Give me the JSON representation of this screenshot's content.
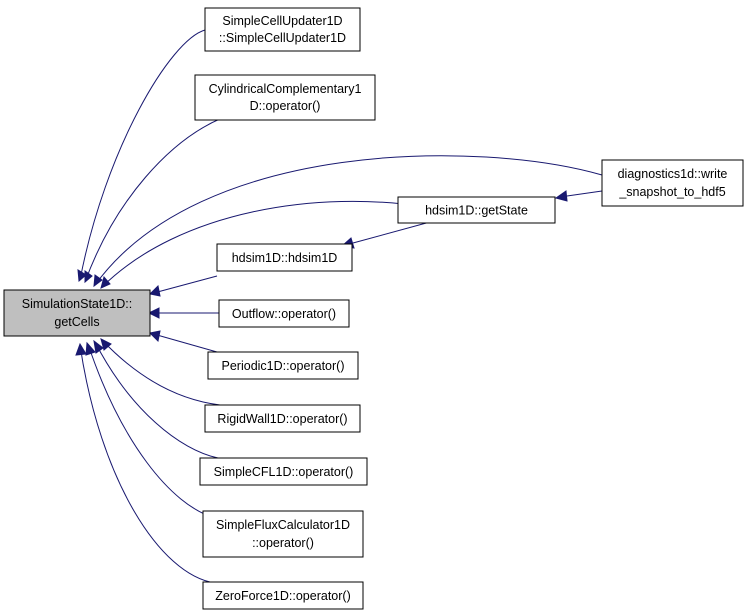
{
  "diagram": {
    "title": "",
    "colors": {
      "edge": "#191970",
      "root_fill": "#bfbfbf",
      "node_fill": "#ffffff",
      "node_stroke": "#000000"
    },
    "nodes": {
      "root": [
        "SimulationState1D::",
        "getCells"
      ],
      "scu": [
        "SimpleCellUpdater1D",
        "::SimpleCellUpdater1D"
      ],
      "cyl": [
        "CylindricalComplementary1",
        "D::operator()"
      ],
      "gs": [
        "hdsim1D::getState"
      ],
      "diag": [
        "diagnostics1d::write",
        "_snapshot_to_hdf5"
      ],
      "hd": [
        "hdsim1D::hdsim1D"
      ],
      "out": [
        "Outflow::operator()"
      ],
      "per": [
        "Periodic1D::operator()"
      ],
      "rig": [
        "RigidWall1D::operator()"
      ],
      "cfl": [
        "SimpleCFL1D::operator()"
      ],
      "flux": [
        "SimpleFluxCalculator1D",
        "::operator()"
      ],
      "zf": [
        "ZeroForce1D::operator()"
      ]
    },
    "edges": [
      [
        "root",
        "scu"
      ],
      [
        "root",
        "cyl"
      ],
      [
        "root",
        "diag"
      ],
      [
        "root",
        "gs"
      ],
      [
        "root",
        "hd"
      ],
      [
        "root",
        "out"
      ],
      [
        "root",
        "per"
      ],
      [
        "root",
        "rig"
      ],
      [
        "root",
        "cfl"
      ],
      [
        "root",
        "flux"
      ],
      [
        "root",
        "zf"
      ],
      [
        "gs",
        "diag"
      ],
      [
        "hd",
        "gs"
      ]
    ]
  }
}
